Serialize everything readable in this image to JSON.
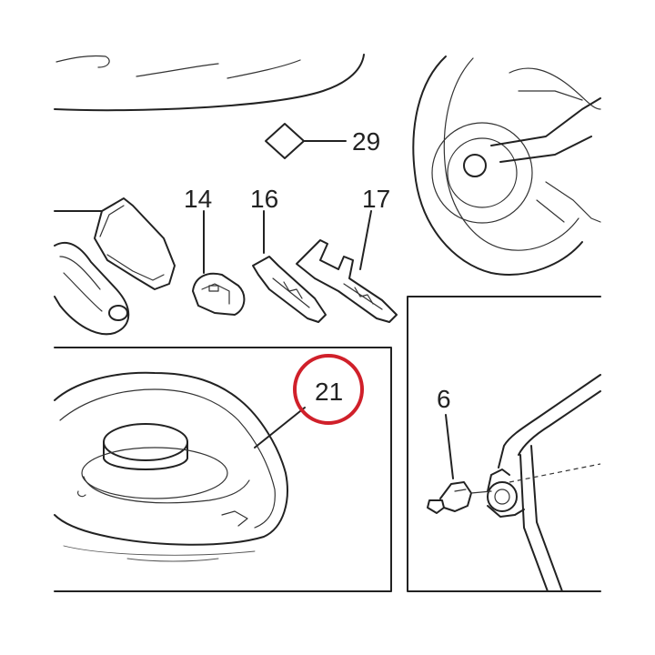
{
  "callouts": {
    "c29": "29",
    "c14": "14",
    "c16": "16",
    "c17": "17",
    "c21": "21",
    "c6": "6"
  },
  "highlight_color": "#d0202a",
  "line_color": "#222222",
  "icons": [
    "diamond-symbol",
    "key-fob",
    "key-blank",
    "key-cut",
    "fuel-cap",
    "rear-wheel",
    "bolt-part"
  ]
}
